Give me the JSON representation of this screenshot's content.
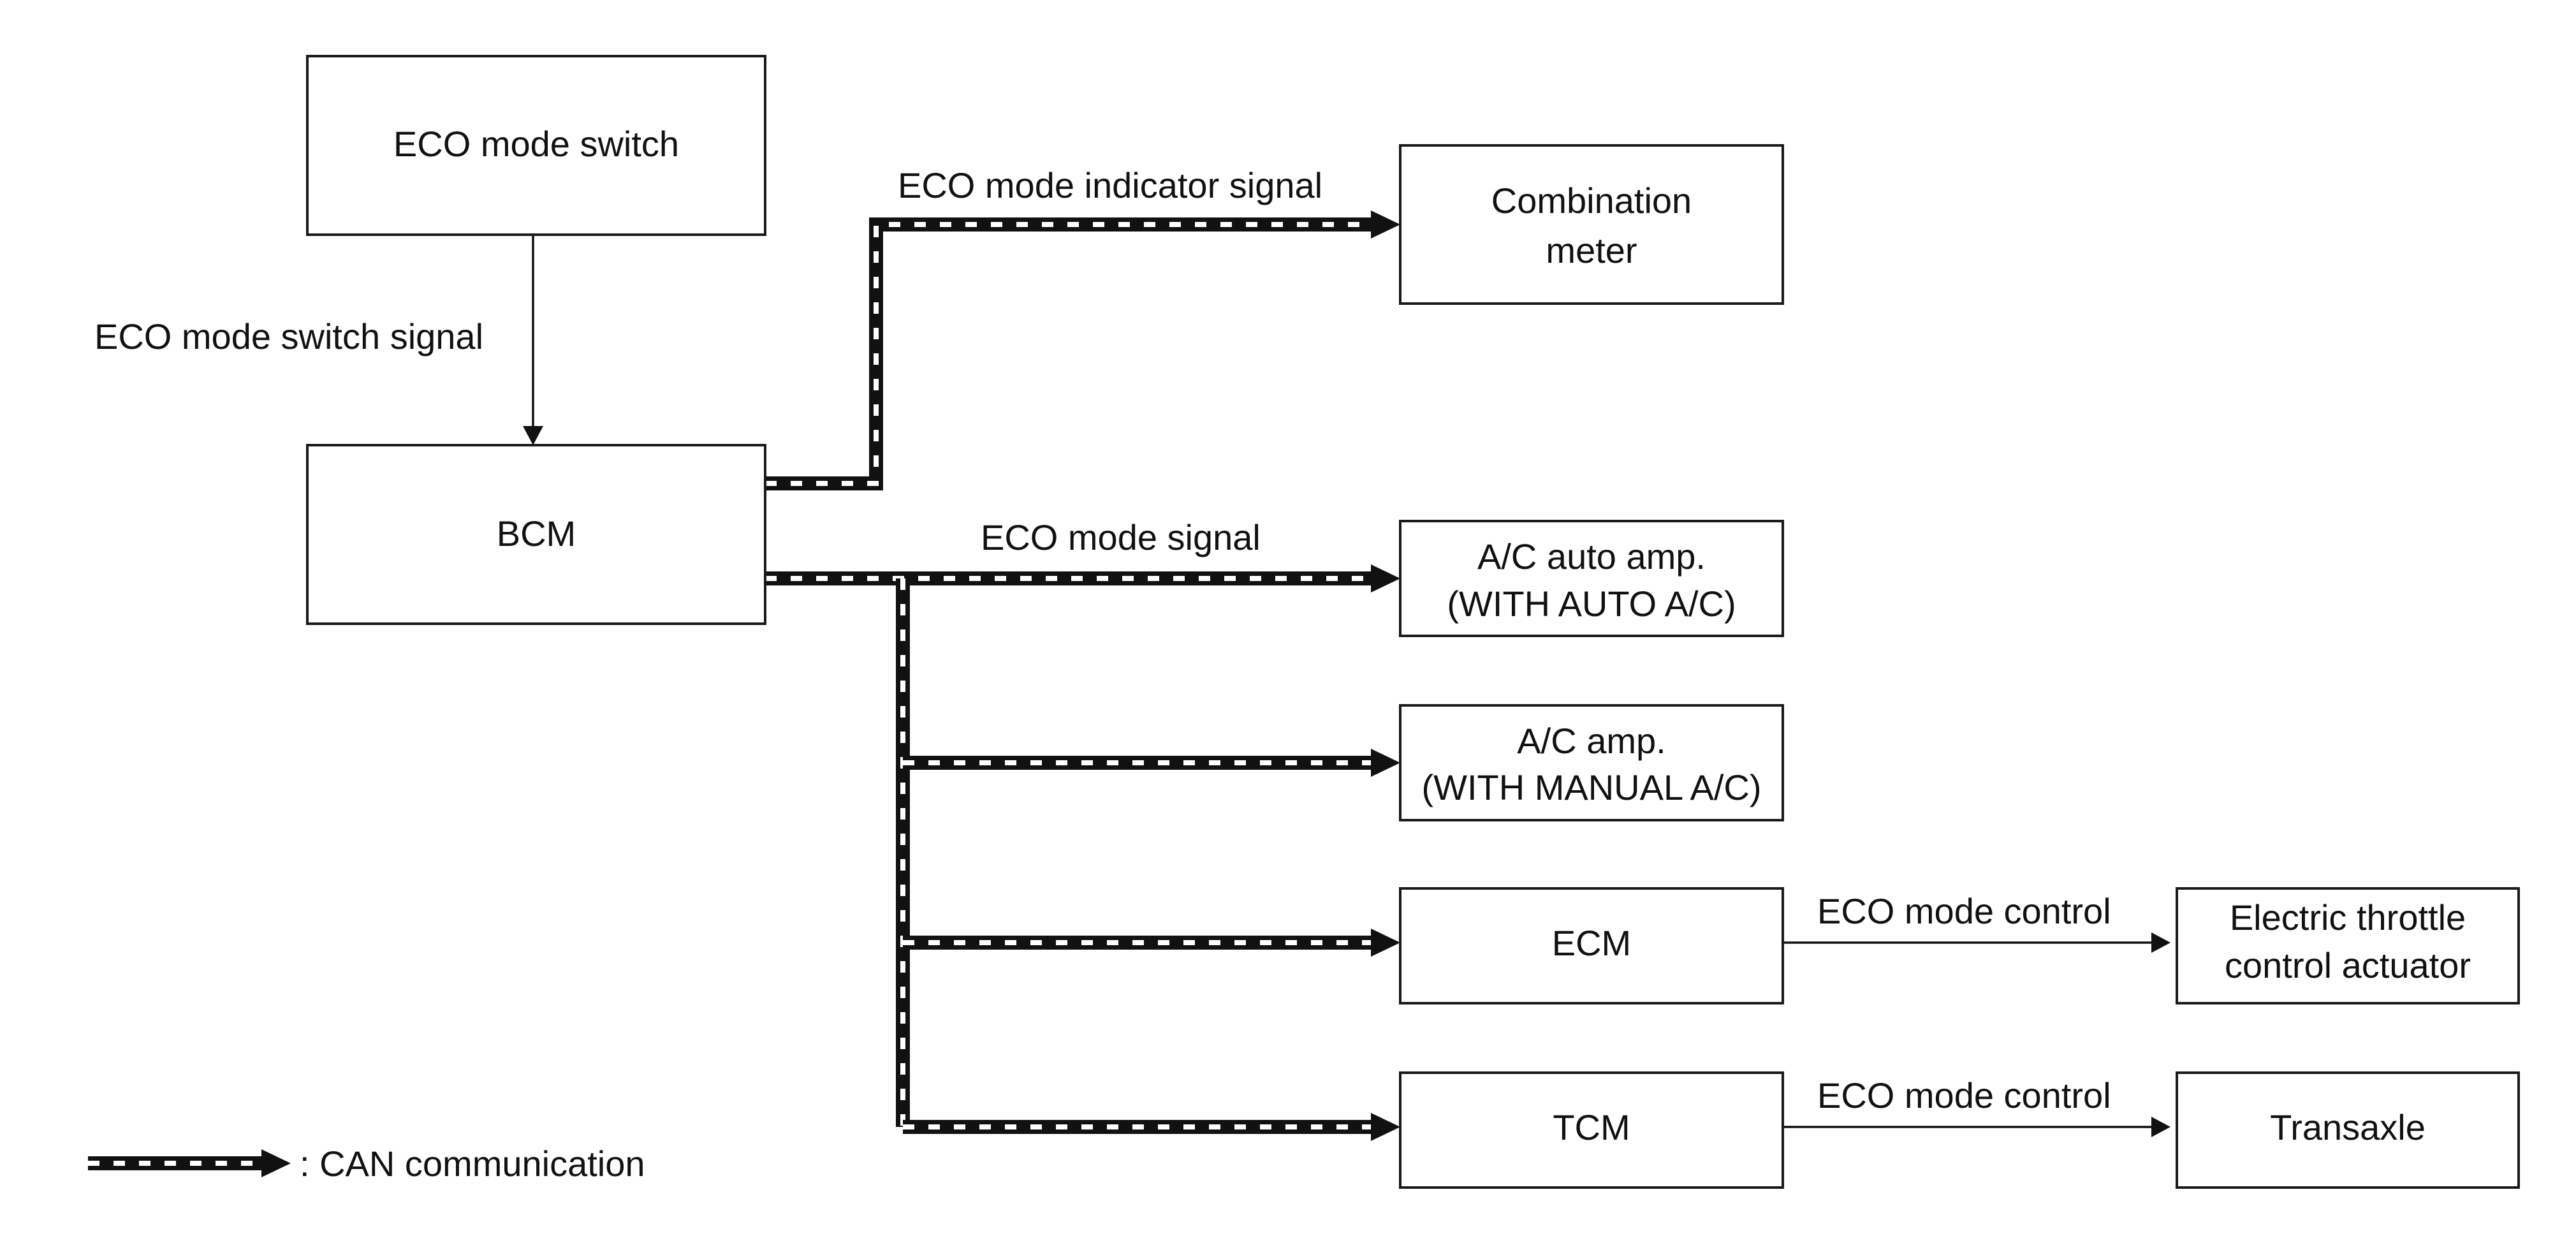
{
  "boxes": {
    "eco_switch": {
      "lines": [
        "ECO mode switch"
      ]
    },
    "bcm": {
      "lines": [
        "BCM"
      ]
    },
    "combination_meter": {
      "lines": [
        "Combination",
        "meter"
      ]
    },
    "ac_auto_amp": {
      "lines": [
        "A/C auto amp.",
        "(WITH AUTO A/C)"
      ]
    },
    "ac_amp": {
      "lines": [
        "A/C amp.",
        "(WITH MANUAL A/C)"
      ]
    },
    "ecm": {
      "lines": [
        "ECM"
      ]
    },
    "tcm": {
      "lines": [
        "TCM"
      ]
    },
    "throttle_actuator": {
      "lines": [
        "Electric throttle",
        "control actuator"
      ]
    },
    "transaxle": {
      "lines": [
        "Transaxle"
      ]
    }
  },
  "labels": {
    "eco_switch_signal": "ECO mode switch signal",
    "eco_indicator_signal": "ECO mode indicator signal",
    "eco_mode_signal": "ECO mode signal",
    "eco_control_ecm": "ECO mode control",
    "eco_control_tcm": "ECO mode control"
  },
  "legend": {
    "can_label": ": CAN communication"
  }
}
